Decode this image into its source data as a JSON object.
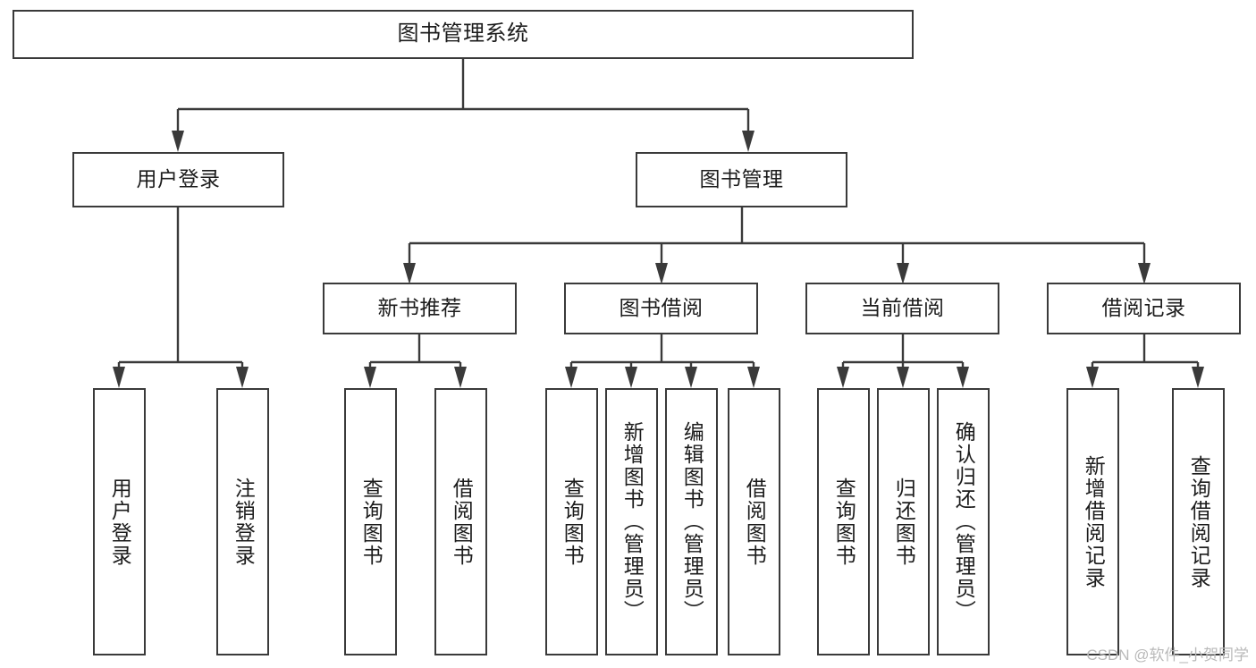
{
  "diagram": {
    "type": "tree-hierarchy-diagram",
    "title": "图书管理系统",
    "orientation": "top-down",
    "colors": {
      "box_border": "#3a3a3a",
      "box_fill": "#ffffff",
      "connector": "#3a3a3a",
      "text": "#1c1c1c",
      "background": "#ffffff",
      "watermark": "#b9b9b9"
    },
    "root": {
      "label": "图书管理系统"
    },
    "level1": [
      {
        "label": "用户登录"
      },
      {
        "label": "图书管理"
      }
    ],
    "level2": [
      {
        "label": "新书推荐"
      },
      {
        "label": "图书借阅"
      },
      {
        "label": "当前借阅"
      },
      {
        "label": "借阅记录"
      }
    ],
    "leaves": {
      "user_login": [
        {
          "label": "用户登录"
        },
        {
          "label": "注销登录"
        }
      ],
      "new_book_recommend": [
        {
          "label": "查询图书"
        },
        {
          "label": "借阅图书"
        }
      ],
      "book_borrow": [
        {
          "label": "查询图书"
        },
        {
          "label": "新增图书（管理员）"
        },
        {
          "label": "编辑图书（管理员）"
        },
        {
          "label": "借阅图书"
        }
      ],
      "current_borrow": [
        {
          "label": "查询图书"
        },
        {
          "label": "归还图书"
        },
        {
          "label": "确认归还（管理员）"
        }
      ],
      "borrow_record": [
        {
          "label": "新增借阅记录"
        },
        {
          "label": "查询借阅记录"
        }
      ]
    }
  },
  "watermark": {
    "text": "CSDN @软件_小贺同学"
  }
}
